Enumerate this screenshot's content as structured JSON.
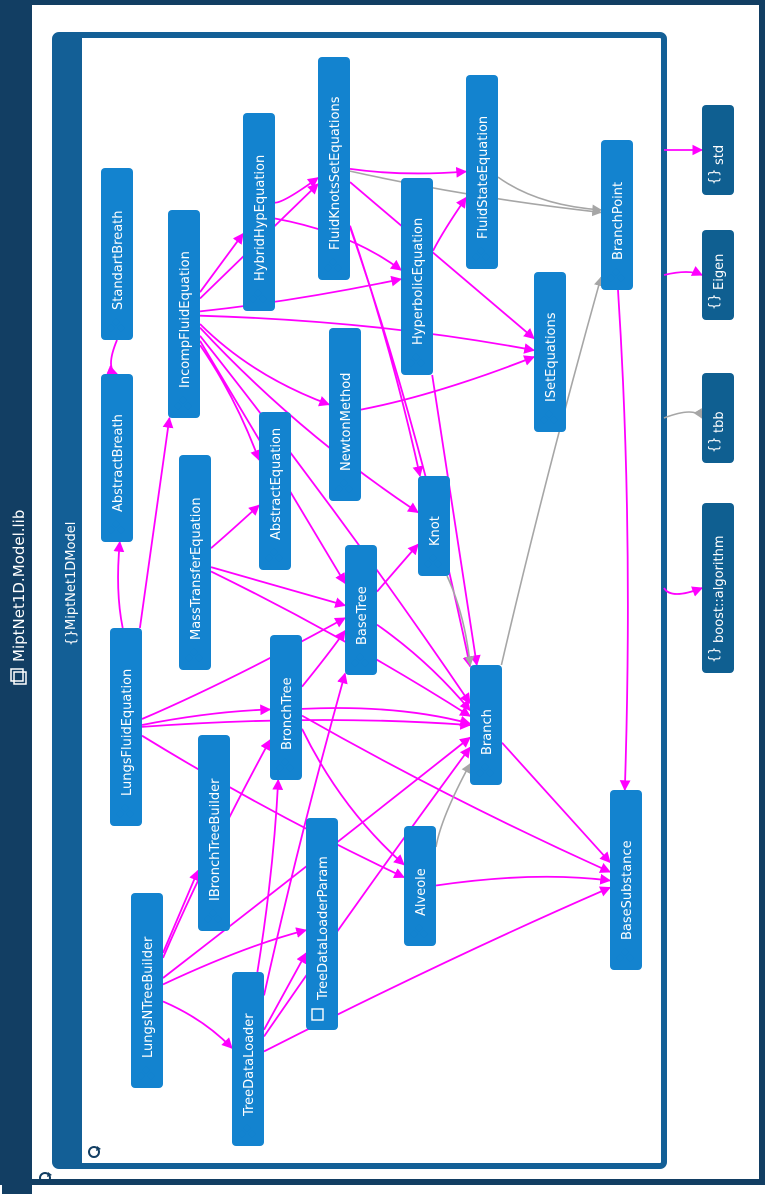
{
  "library": {
    "title": "MiptNet1D.Model.lib",
    "refresh_icon": "refresh-icon"
  },
  "namespace": {
    "title": "MiptNet1DModel",
    "icon": "namespace-icon"
  },
  "colors": {
    "library_frame": "#123e63",
    "namespace_frame": "#135f96",
    "node": "#1383cf",
    "external_node": "#0f5f91",
    "edge_dependency": "#ff00ff",
    "edge_external": "#a6a6a6"
  },
  "nodes": [
    {
      "id": "StandartBreath",
      "label": "StandartBreath",
      "kind": "class"
    },
    {
      "id": "AbstractBreath",
      "label": "AbstractBreath",
      "kind": "class"
    },
    {
      "id": "LungsFluidEquation",
      "label": "LungsFluidEquation",
      "kind": "class"
    },
    {
      "id": "LungsNTreeBuilder",
      "label": "LungsNTreeBuilder",
      "kind": "class"
    },
    {
      "id": "IncompFluidEquation",
      "label": "IncompFluidEquation",
      "kind": "class"
    },
    {
      "id": "MassTransferEquation",
      "label": "MassTransferEquation",
      "kind": "class"
    },
    {
      "id": "IBronchTreeBuilder",
      "label": "IBronchTreeBuilder",
      "kind": "class"
    },
    {
      "id": "TreeDataLoader",
      "label": "TreeDataLoader",
      "kind": "class"
    },
    {
      "id": "HybridHypEquation",
      "label": "HybridHypEquation",
      "kind": "class"
    },
    {
      "id": "AbstractEquation",
      "label": "AbstractEquation",
      "kind": "class"
    },
    {
      "id": "BronchTree",
      "label": "BronchTree",
      "kind": "class"
    },
    {
      "id": "TreeDataLoaderParam",
      "label": "TreeDataLoaderParam",
      "kind": "struct"
    },
    {
      "id": "FluidKnotsSetEquations",
      "label": "FluidKnotsSetEquations",
      "kind": "class"
    },
    {
      "id": "NewtonMethod",
      "label": "NewtonMethod",
      "kind": "class"
    },
    {
      "id": "BaseTree",
      "label": "BaseTree",
      "kind": "class"
    },
    {
      "id": "HyperbolicEquation",
      "label": "HyperbolicEquation",
      "kind": "class"
    },
    {
      "id": "Knot",
      "label": "Knot",
      "kind": "class"
    },
    {
      "id": "Alveole",
      "label": "Alveole",
      "kind": "class"
    },
    {
      "id": "FluidStateEquation",
      "label": "FluidStateEquation",
      "kind": "class"
    },
    {
      "id": "Branch",
      "label": "Branch",
      "kind": "class"
    },
    {
      "id": "ISetEquations",
      "label": "ISetEquations",
      "kind": "class"
    },
    {
      "id": "BranchPoint",
      "label": "BranchPoint",
      "kind": "class"
    },
    {
      "id": "BaseSubstance",
      "label": "BaseSubstance",
      "kind": "class"
    }
  ],
  "external_nodes": [
    {
      "id": "std",
      "label": "std"
    },
    {
      "id": "Eigen",
      "label": "Eigen"
    },
    {
      "id": "tbb",
      "label": "tbb"
    },
    {
      "id": "boost_algorithm",
      "label": "boost::algorithm"
    }
  ],
  "edges": [
    {
      "from": "StandartBreath",
      "to": "AbstractBreath",
      "type": "dependency"
    },
    {
      "from": "LungsFluidEquation",
      "to": "AbstractBreath",
      "type": "dependency"
    },
    {
      "from": "LungsFluidEquation",
      "to": "IncompFluidEquation",
      "type": "dependency"
    },
    {
      "from": "LungsFluidEquation",
      "to": "BronchTree",
      "type": "dependency"
    },
    {
      "from": "LungsFluidEquation",
      "to": "Branch",
      "type": "dependency"
    },
    {
      "from": "LungsFluidEquation",
      "to": "BaseTree",
      "type": "dependency"
    },
    {
      "from": "LungsFluidEquation",
      "to": "Alveole",
      "type": "dependency"
    },
    {
      "from": "LungsNTreeBuilder",
      "to": "IBronchTreeBuilder",
      "type": "dependency"
    },
    {
      "from": "LungsNTreeBuilder",
      "to": "TreeDataLoader",
      "type": "dependency"
    },
    {
      "from": "LungsNTreeBuilder",
      "to": "TreeDataLoaderParam",
      "type": "dependency"
    },
    {
      "from": "LungsNTreeBuilder",
      "to": "BronchTree",
      "type": "dependency"
    },
    {
      "from": "LungsNTreeBuilder",
      "to": "Branch",
      "type": "dependency"
    },
    {
      "from": "TreeDataLoader",
      "to": "TreeDataLoaderParam",
      "type": "dependency"
    },
    {
      "from": "TreeDataLoader",
      "to": "BronchTree",
      "type": "dependency"
    },
    {
      "from": "TreeDataLoader",
      "to": "BaseSubstance",
      "type": "dependency"
    },
    {
      "from": "TreeDataLoader",
      "to": "Branch",
      "type": "dependency"
    },
    {
      "from": "TreeDataLoader",
      "to": "BaseTree",
      "type": "dependency"
    },
    {
      "from": "IncompFluidEquation",
      "to": "HybridHypEquation",
      "type": "dependency"
    },
    {
      "from": "IncompFluidEquation",
      "to": "AbstractEquation",
      "type": "dependency"
    },
    {
      "from": "IncompFluidEquation",
      "to": "FluidKnotsSetEquations",
      "type": "dependency"
    },
    {
      "from": "IncompFluidEquation",
      "to": "NewtonMethod",
      "type": "dependency"
    },
    {
      "from": "IncompFluidEquation",
      "to": "HyperbolicEquation",
      "type": "dependency"
    },
    {
      "from": "IncompFluidEquation",
      "to": "BaseTree",
      "type": "dependency"
    },
    {
      "from": "IncompFluidEquation",
      "to": "Branch",
      "type": "dependency"
    },
    {
      "from": "IncompFluidEquation",
      "to": "ISetEquations",
      "type": "dependency"
    },
    {
      "from": "IncompFluidEquation",
      "to": "Knot",
      "type": "dependency"
    },
    {
      "from": "MassTransferEquation",
      "to": "AbstractEquation",
      "type": "dependency"
    },
    {
      "from": "MassTransferEquation",
      "to": "BaseTree",
      "type": "dependency"
    },
    {
      "from": "MassTransferEquation",
      "to": "Branch",
      "type": "dependency"
    },
    {
      "from": "HybridHypEquation",
      "to": "HyperbolicEquation",
      "type": "dependency"
    },
    {
      "from": "HybridHypEquation",
      "to": "FluidKnotsSetEquations",
      "type": "dependency"
    },
    {
      "from": "FluidKnotsSetEquations",
      "to": "FluidStateEquation",
      "type": "dependency"
    },
    {
      "from": "FluidKnotsSetEquations",
      "to": "ISetEquations",
      "type": "dependency"
    },
    {
      "from": "FluidKnotsSetEquations",
      "to": "Knot",
      "type": "dependency"
    },
    {
      "from": "FluidKnotsSetEquations",
      "to": "Branch",
      "type": "dependency"
    },
    {
      "from": "NewtonMethod",
      "to": "ISetEquations",
      "type": "dependency"
    },
    {
      "from": "HyperbolicEquation",
      "to": "FluidStateEquation",
      "type": "dependency"
    },
    {
      "from": "HyperbolicEquation",
      "to": "Branch",
      "type": "dependency"
    },
    {
      "from": "BronchTree",
      "to": "BaseTree",
      "type": "dependency"
    },
    {
      "from": "BronchTree",
      "to": "Branch",
      "type": "dependency"
    },
    {
      "from": "BronchTree",
      "to": "Alveole",
      "type": "dependency"
    },
    {
      "from": "BronchTree",
      "to": "BaseSubstance",
      "type": "dependency"
    },
    {
      "from": "BaseTree",
      "to": "Knot",
      "type": "dependency"
    },
    {
      "from": "BaseTree",
      "to": "Branch",
      "type": "dependency"
    },
    {
      "from": "Alveole",
      "to": "BaseSubstance",
      "type": "dependency"
    },
    {
      "from": "Alveole",
      "to": "Branch",
      "type": "external"
    },
    {
      "from": "Branch",
      "to": "BranchPoint",
      "type": "external"
    },
    {
      "from": "Branch",
      "to": "BaseSubstance",
      "type": "dependency"
    },
    {
      "from": "Knot",
      "to": "Branch",
      "type": "external"
    },
    {
      "from": "BranchPoint",
      "to": "BaseSubstance",
      "type": "dependency"
    },
    {
      "from": "FluidStateEquation",
      "to": "BranchPoint",
      "type": "external"
    },
    {
      "from": "FluidKnotsSetEquations",
      "to": "BranchPoint",
      "type": "external"
    },
    {
      "from": "MipptNet1DModel",
      "to": "std",
      "type": "dependency"
    },
    {
      "from": "MipptNet1DModel",
      "to": "Eigen",
      "type": "dependency"
    },
    {
      "from": "MipptNet1DModel",
      "to": "tbb",
      "type": "external"
    },
    {
      "from": "MipptNet1DModel",
      "to": "boost_algorithm",
      "type": "dependency"
    }
  ]
}
